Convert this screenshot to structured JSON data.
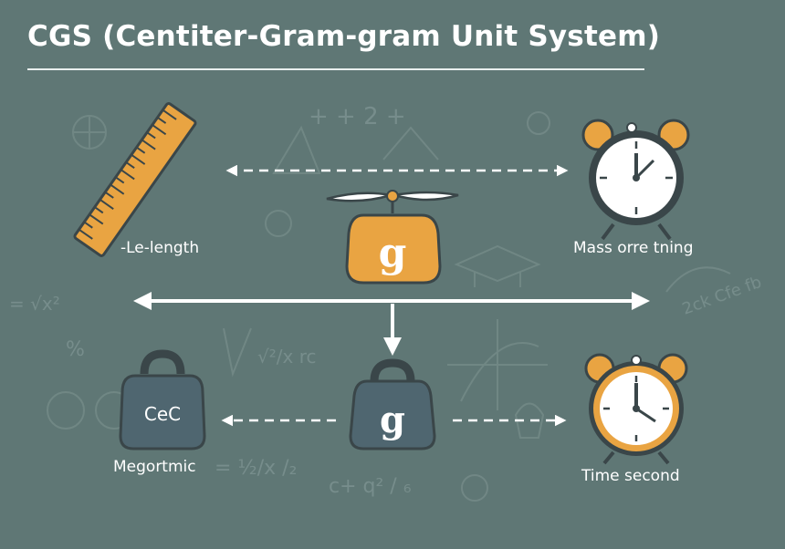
{
  "title": "CGS (Centiter-Gram-gram Unit System)",
  "labels": {
    "length": "-Le-length",
    "mass_time": "Mass orre tning",
    "megortmic": "Megortmic",
    "time_second": "Time second"
  },
  "weights": {
    "orange_letter": "g",
    "dark_letter": "g",
    "left_letter": "CeC"
  },
  "chalk_marks": {
    "plus_row": "+ + 2 +",
    "formula_left": "= √x²",
    "percent": "%",
    "sqrt_note": "√²/x rc",
    "fraction": "= ½/x /₂",
    "bottom_eq": "c+ q² / ₆",
    "side_note": "2ck Cfe fb"
  },
  "colors": {
    "background": "#5f7775",
    "accent_orange": "#e9a442",
    "dark_slate": "#4f6670",
    "outline": "#3a4649",
    "white": "#ffffff"
  }
}
